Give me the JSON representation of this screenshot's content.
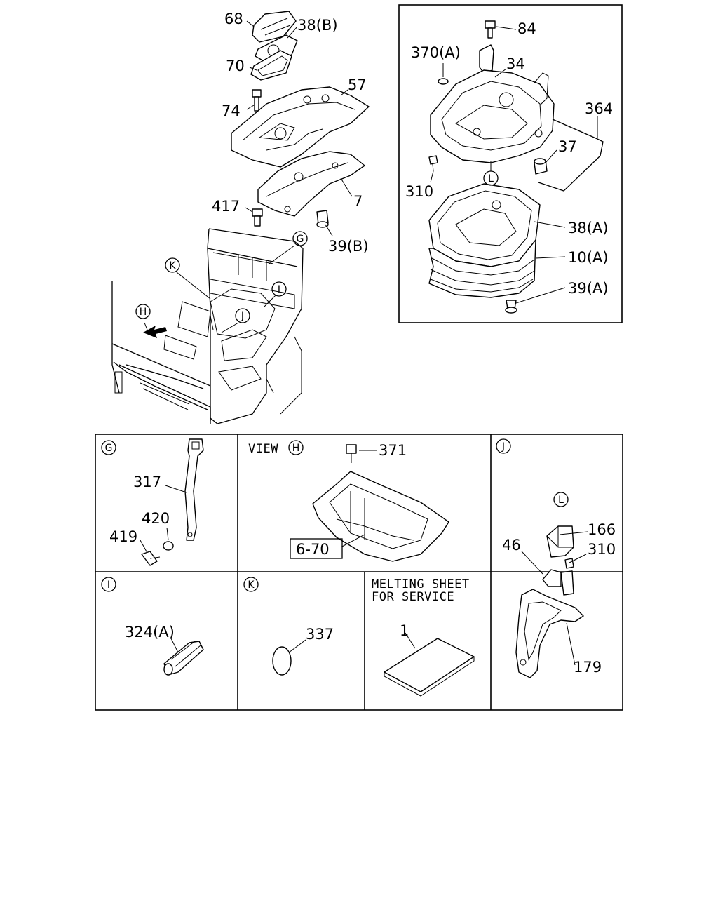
{
  "main_view": {
    "callouts": [
      "68",
      "38(B)",
      "70",
      "57",
      "74",
      "7",
      "417",
      "39(B)"
    ],
    "view_markers": [
      "G",
      "K",
      "I",
      "J",
      "H"
    ]
  },
  "inset_top_right": {
    "callouts": [
      "84",
      "370(A)",
      "34",
      "364",
      "37",
      "310",
      "38(A)",
      "10(A)",
      "39(A)"
    ],
    "marker": "L"
  },
  "detail_G": {
    "marker": "G",
    "callouts": [
      "317",
      "420",
      "419"
    ]
  },
  "detail_view_H": {
    "title": "VIEW",
    "marker": "H",
    "callouts": [
      "371"
    ],
    "ref_box": "6-70"
  },
  "detail_J": {
    "marker": "J",
    "sub_marker": "L",
    "callouts": [
      "166",
      "46",
      "310",
      "179"
    ]
  },
  "detail_I": {
    "marker": "I",
    "callouts": [
      "324(A)"
    ]
  },
  "detail_K": {
    "marker": "K",
    "callouts": [
      "337"
    ]
  },
  "detail_melting": {
    "title_line1": "MELTING SHEET",
    "title_line2": "FOR SERVICE",
    "callouts": [
      "1"
    ]
  }
}
